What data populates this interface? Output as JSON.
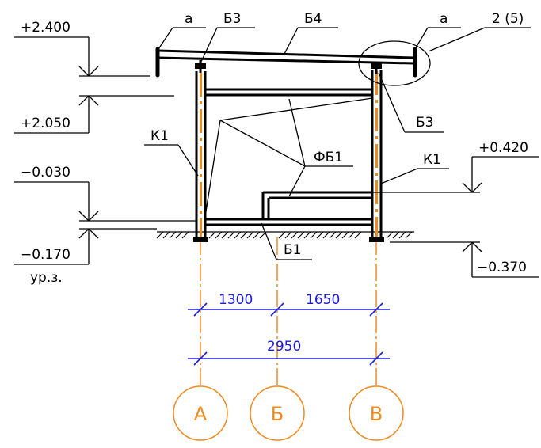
{
  "elevations": {
    "e1": "+2.400",
    "e2": "+2.050",
    "e3": "−0.030",
    "e4": "−0.170",
    "e5": "+0.420",
    "e6": "−0.370"
  },
  "ground_label": "ур.з.",
  "labels": {
    "a_left": "а",
    "b3_top": "Б3",
    "b4": "Б4",
    "a_right": "а",
    "node": "2 (5)",
    "b3_right": "Б3",
    "k1_left": "К1",
    "k1_right": "К1",
    "fb1": "ФБ1",
    "b1": "Б1"
  },
  "dimensions": {
    "d1": "1300",
    "d2": "1650",
    "total": "2950"
  },
  "axes": [
    "А",
    "Б",
    "В"
  ],
  "colors": {
    "structure": "#000000",
    "dimension": "#1a1adb",
    "axis": "#f08a1d"
  }
}
